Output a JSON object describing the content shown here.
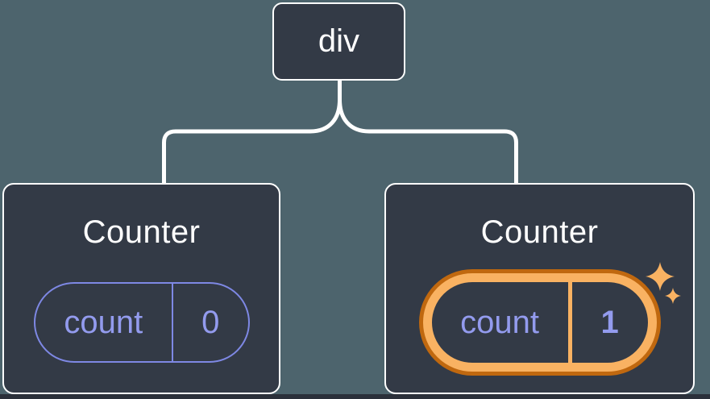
{
  "colors": {
    "background": "#4d646d",
    "node_background": "#333a46",
    "node_border": "#ffffff",
    "connector": "#ffffff",
    "state_purple_border": "#7e88e4",
    "state_purple_text": "#939bee",
    "highlight_orange_outer": "#c0680f",
    "highlight_orange_inner": "#f9b262",
    "title_text": "#ffffff",
    "bottom_edge": "#2b303a"
  },
  "icons": {
    "sparkles": "four-point-star sparkles (highlight marker), orange"
  },
  "tree": {
    "root": {
      "label": "div"
    },
    "children": [
      {
        "title": "Counter",
        "state": {
          "label": "count",
          "value": "0"
        },
        "highlighted": false
      },
      {
        "title": "Counter",
        "state": {
          "label": "count",
          "value": "1"
        },
        "highlighted": true
      }
    ]
  }
}
